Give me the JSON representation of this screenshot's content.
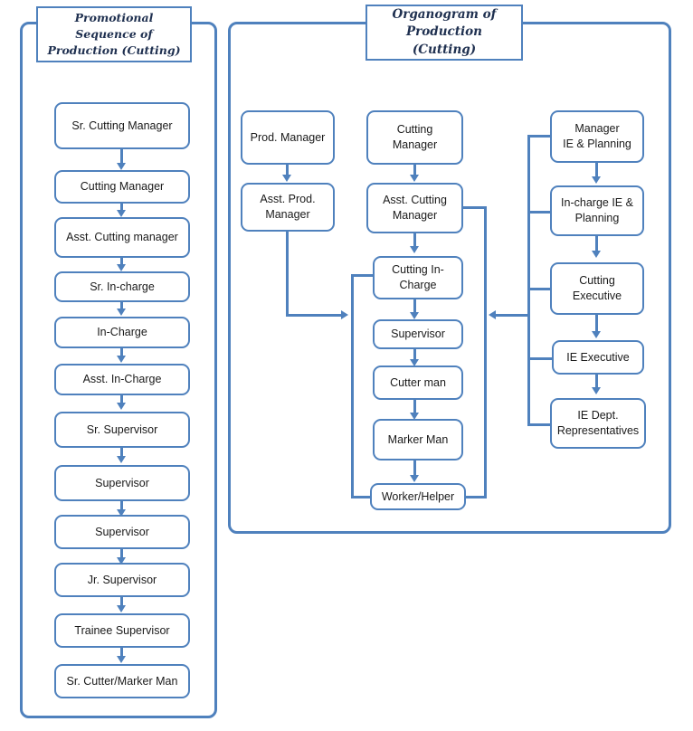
{
  "figure": {
    "background_color": "#ffffff",
    "accent_color": "#4f81bd",
    "text_color": "#1a1a1a",
    "title_text_color": "#1f3050"
  },
  "left_panel": {
    "title": "Promotional Sequence of Production (Cutting)",
    "title_line1": "Promotional Sequence of",
    "title_line2": "Production (Cutting)",
    "nodes": [
      {
        "label": "Sr. Cutting Manager"
      },
      {
        "label": "Cutting Manager"
      },
      {
        "label": "Asst. Cutting manager"
      },
      {
        "label": "Sr. In-charge"
      },
      {
        "label": "In-Charge"
      },
      {
        "label": "Asst. In-Charge"
      },
      {
        "label": "Sr. Supervisor"
      },
      {
        "label": "Supervisor"
      },
      {
        "label": "Supervisor"
      },
      {
        "label": "Jr. Supervisor"
      },
      {
        "label": "Trainee Supervisor"
      },
      {
        "label": "Sr. Cutter/Marker  Man"
      }
    ]
  },
  "right_panel": {
    "title": "Organogram of Production (Cutting)",
    "title_line1": "Organogram of",
    "title_line2": "Production (Cutting)",
    "production_branch": [
      {
        "label_line1": "Prod. Manager",
        "label_line2": ""
      },
      {
        "label_line1": "Asst. Prod.",
        "label_line2": "Manager"
      }
    ],
    "cutting_branch": [
      {
        "label_line1": "Cutting",
        "label_line2": "Manager"
      },
      {
        "label_line1": "Asst. Cutting",
        "label_line2": "Manager"
      },
      {
        "label_line1": "Cutting In-",
        "label_line2": "Charge"
      },
      {
        "label_line1": "Supervisor",
        "label_line2": ""
      },
      {
        "label_line1": "Cutter man",
        "label_line2": ""
      },
      {
        "label_line1": "Marker Man",
        "label_line2": ""
      },
      {
        "label_line1": "Worker/Helper",
        "label_line2": ""
      }
    ],
    "ie_branch": [
      {
        "label_line1": "Manager",
        "label_line2": "IE & Planning"
      },
      {
        "label_line1": "In-charge IE &",
        "label_line2": "Planning"
      },
      {
        "label_line1": "Cutting",
        "label_line2": "Executive"
      },
      {
        "label_line1": "IE Executive",
        "label_line2": ""
      },
      {
        "label_line1": "IE Dept.",
        "label_line2": "Representatives"
      }
    ]
  }
}
